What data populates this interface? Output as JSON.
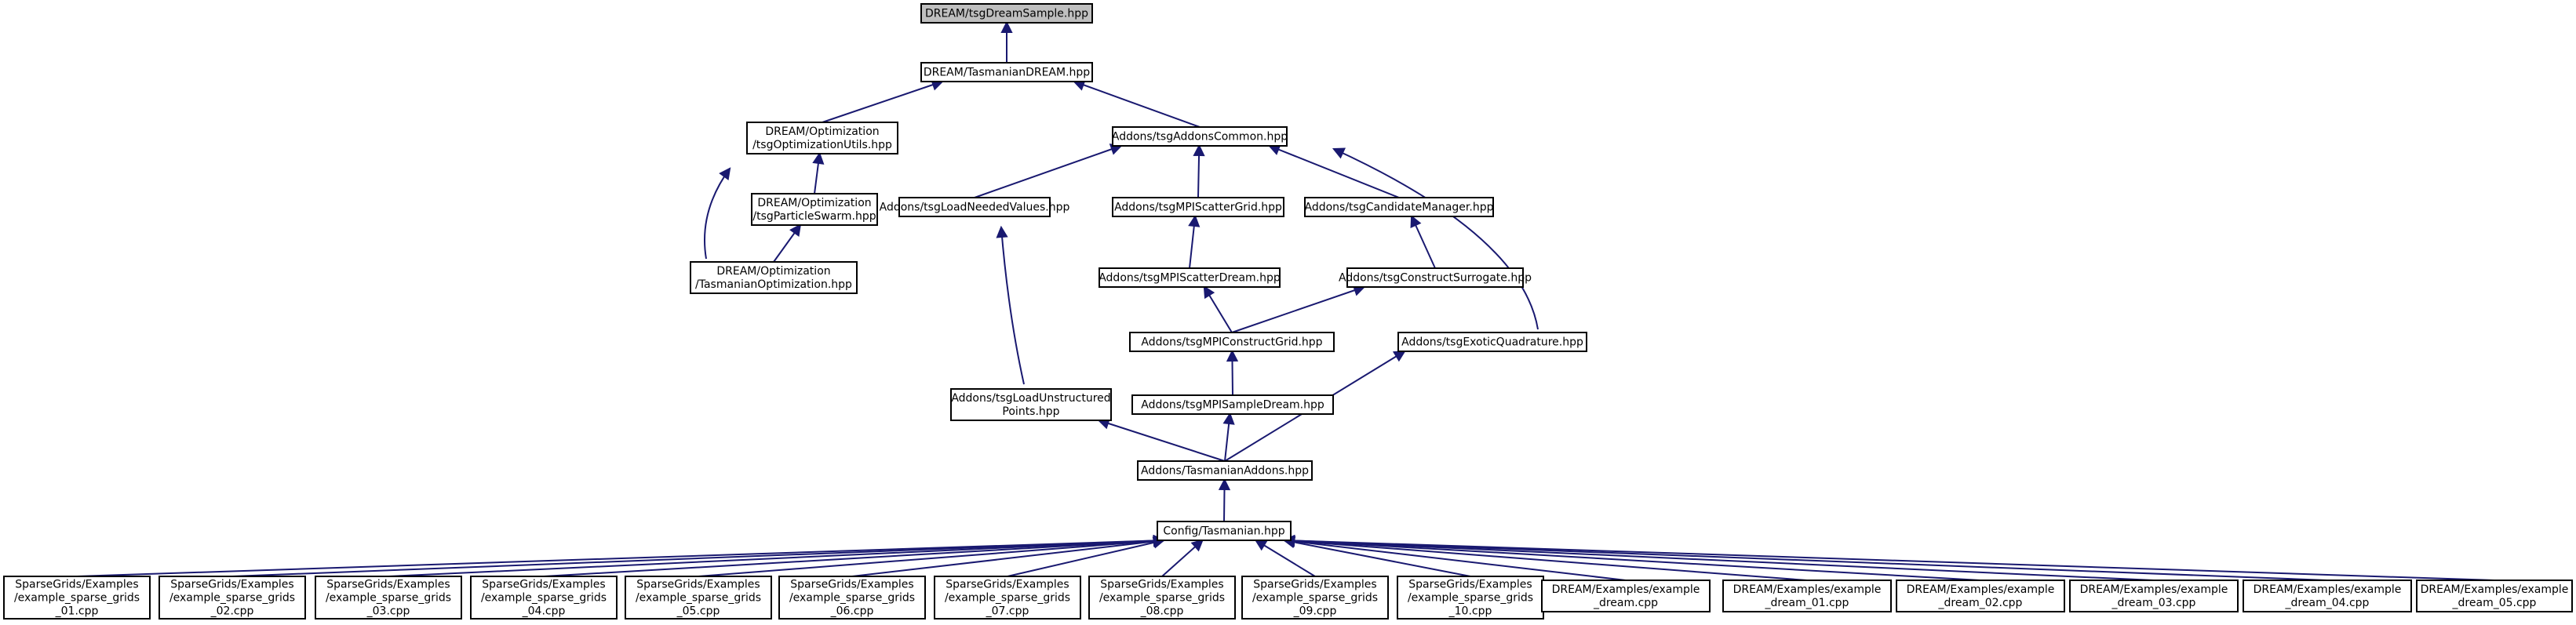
{
  "colors": {
    "edge": "#191970",
    "root_fill": "#bfbfbf",
    "node_fill": "#ffffff",
    "node_border": "#000000"
  },
  "nodes": {
    "root": [
      "DREAM/tsgDreamSample.hpp"
    ],
    "tasdream": [
      "DREAM/TasmanianDREAM.hpp"
    ],
    "optutils": [
      "DREAM/Optimization",
      "/tsgOptimizationUtils.hpp"
    ],
    "swarm": [
      "DREAM/Optimization",
      "/tsgParticleSwarm.hpp"
    ],
    "tasopt": [
      "DREAM/Optimization",
      "/TasmanianOptimization.hpp"
    ],
    "common": [
      "Addons/tsgAddonsCommon.hpp"
    ],
    "loadneeded": [
      "Addons/tsgLoadNeededValues.hpp"
    ],
    "mpiscatter": [
      "Addons/tsgMPIScatterGrid.hpp"
    ],
    "candidate": [
      "Addons/tsgCandidateManager.hpp"
    ],
    "scatterdream": [
      "Addons/tsgMPIScatterDream.hpp"
    ],
    "constructsur": [
      "Addons/tsgConstructSurrogate.hpp"
    ],
    "mpiconstruct": [
      "Addons/tsgMPIConstructGrid.hpp"
    ],
    "exotic": [
      "Addons/tsgExoticQuadrature.hpp"
    ],
    "loadunstruct": [
      "Addons/tsgLoadUnstructured",
      "Points.hpp"
    ],
    "mpisample": [
      "Addons/tsgMPISampleDream.hpp"
    ],
    "tasaddons": [
      "Addons/TasmanianAddons.hpp"
    ],
    "config": [
      "Config/Tasmanian.hpp"
    ],
    "sg01": [
      "SparseGrids/Examples",
      "/example_sparse_grids",
      "_01.cpp"
    ],
    "sg02": [
      "SparseGrids/Examples",
      "/example_sparse_grids",
      "_02.cpp"
    ],
    "sg03": [
      "SparseGrids/Examples",
      "/example_sparse_grids",
      "_03.cpp"
    ],
    "sg04": [
      "SparseGrids/Examples",
      "/example_sparse_grids",
      "_04.cpp"
    ],
    "sg05": [
      "SparseGrids/Examples",
      "/example_sparse_grids",
      "_05.cpp"
    ],
    "sg06": [
      "SparseGrids/Examples",
      "/example_sparse_grids",
      "_06.cpp"
    ],
    "sg07": [
      "SparseGrids/Examples",
      "/example_sparse_grids",
      "_07.cpp"
    ],
    "sg08": [
      "SparseGrids/Examples",
      "/example_sparse_grids",
      "_08.cpp"
    ],
    "sg09": [
      "SparseGrids/Examples",
      "/example_sparse_grids",
      "_09.cpp"
    ],
    "sg10": [
      "SparseGrids/Examples",
      "/example_sparse_grids",
      "_10.cpp"
    ],
    "dr": [
      "DREAM/Examples/example",
      "_dream.cpp"
    ],
    "dr01": [
      "DREAM/Examples/example",
      "_dream_01.cpp"
    ],
    "dr02": [
      "DREAM/Examples/example",
      "_dream_02.cpp"
    ],
    "dr03": [
      "DREAM/Examples/example",
      "_dream_03.cpp"
    ],
    "dr04": [
      "DREAM/Examples/example",
      "_dream_04.cpp"
    ],
    "dr05": [
      "DREAM/Examples/example",
      "_dream_05.cpp"
    ]
  },
  "edges": [
    [
      "tasdream",
      "root"
    ],
    [
      "optutils",
      "tasdream"
    ],
    [
      "common",
      "tasdream"
    ],
    [
      "swarm",
      "optutils"
    ],
    [
      "tasopt",
      "optutils"
    ],
    [
      "tasopt",
      "swarm"
    ],
    [
      "loadneeded",
      "common"
    ],
    [
      "mpiscatter",
      "common"
    ],
    [
      "candidate",
      "common"
    ],
    [
      "exotic",
      "common"
    ],
    [
      "scatterdream",
      "mpiscatter"
    ],
    [
      "constructsur",
      "candidate"
    ],
    [
      "mpiconstruct",
      "scatterdream"
    ],
    [
      "mpiconstruct",
      "constructsur"
    ],
    [
      "loadunstruct",
      "loadneeded"
    ],
    [
      "mpisample",
      "mpiconstruct"
    ],
    [
      "tasaddons",
      "loadunstruct"
    ],
    [
      "tasaddons",
      "mpisample"
    ],
    [
      "tasaddons",
      "exotic"
    ],
    [
      "config",
      "tasaddons"
    ],
    [
      "sg01",
      "config"
    ],
    [
      "sg02",
      "config"
    ],
    [
      "sg03",
      "config"
    ],
    [
      "sg04",
      "config"
    ],
    [
      "sg05",
      "config"
    ],
    [
      "sg06",
      "config"
    ],
    [
      "sg07",
      "config"
    ],
    [
      "sg08",
      "config"
    ],
    [
      "sg09",
      "config"
    ],
    [
      "sg10",
      "config"
    ],
    [
      "dr",
      "config"
    ],
    [
      "dr01",
      "config"
    ],
    [
      "dr02",
      "config"
    ],
    [
      "dr03",
      "config"
    ],
    [
      "dr04",
      "config"
    ],
    [
      "dr05",
      "config"
    ]
  ]
}
